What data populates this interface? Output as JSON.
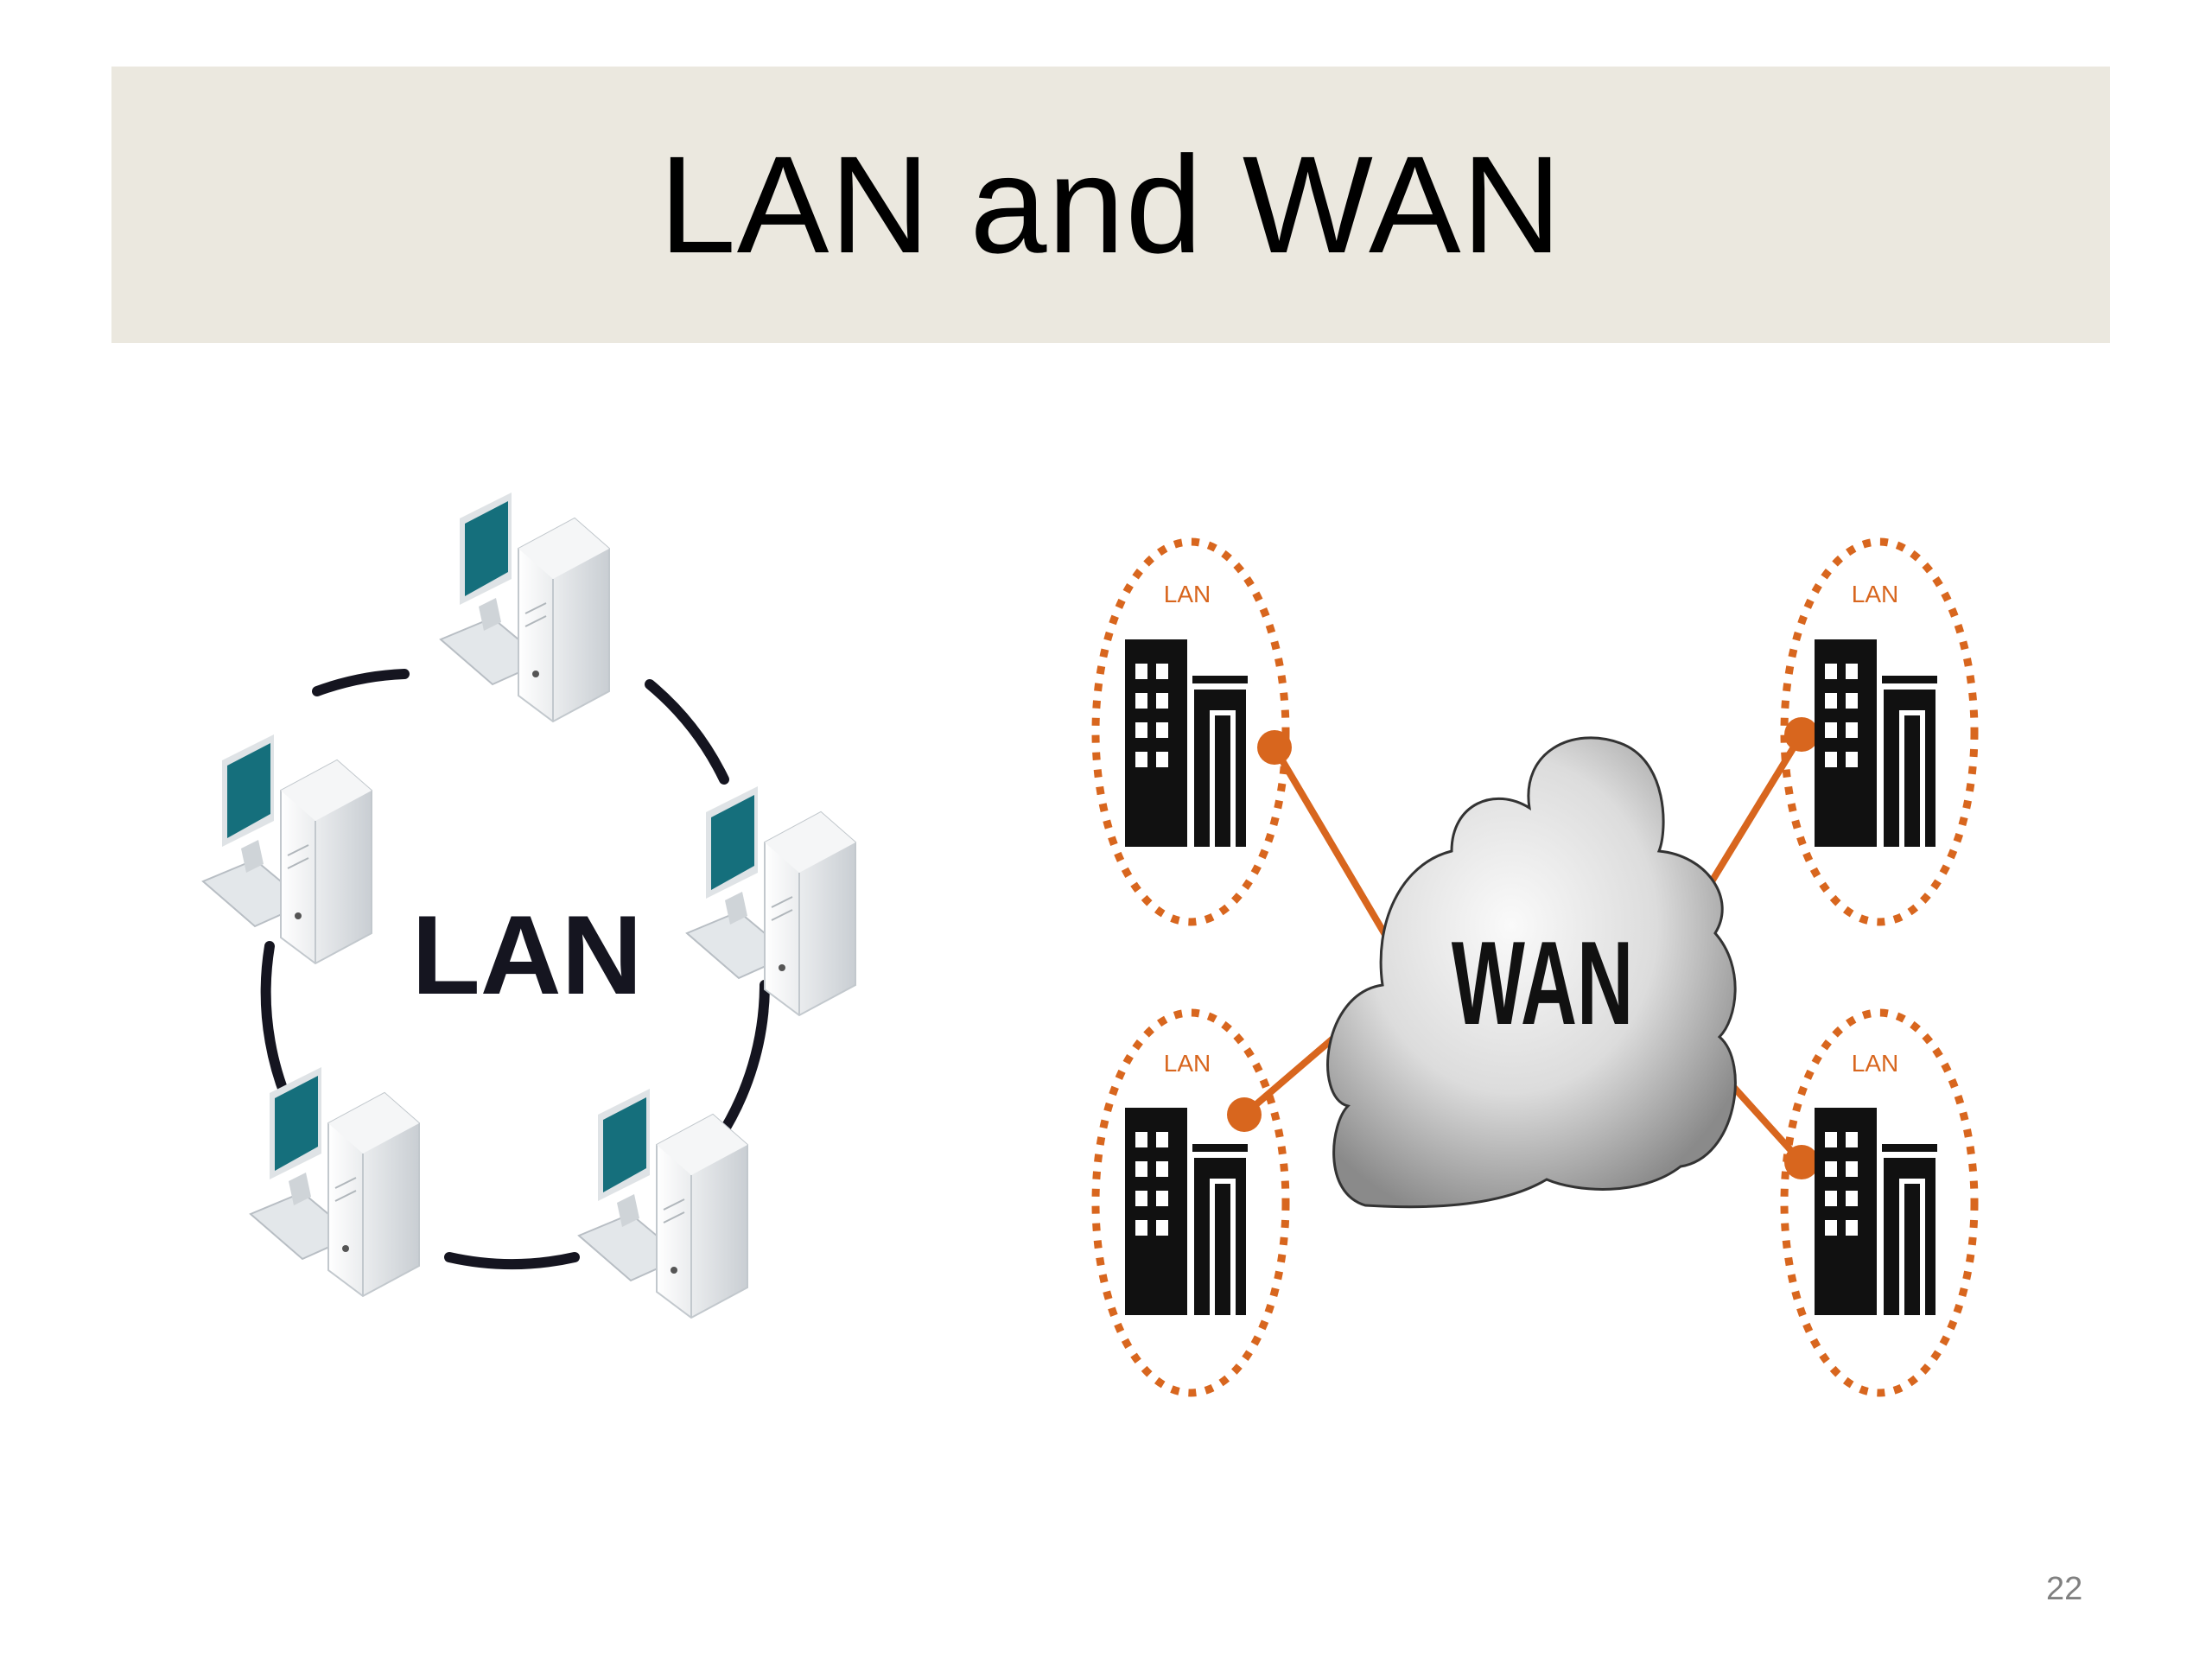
{
  "slide": {
    "title": "LAN and WAN",
    "page_number": "22"
  },
  "lan_diagram": {
    "center_label": "LAN",
    "ring_color": "#151520",
    "screen_color": "#156f7c",
    "computer_count": 5
  },
  "wan_diagram": {
    "center_label": "WAN",
    "accent_color": "#d8661e",
    "sites": [
      {
        "label": "LAN"
      },
      {
        "label": "LAN"
      },
      {
        "label": "LAN"
      },
      {
        "label": "LAN"
      }
    ]
  }
}
